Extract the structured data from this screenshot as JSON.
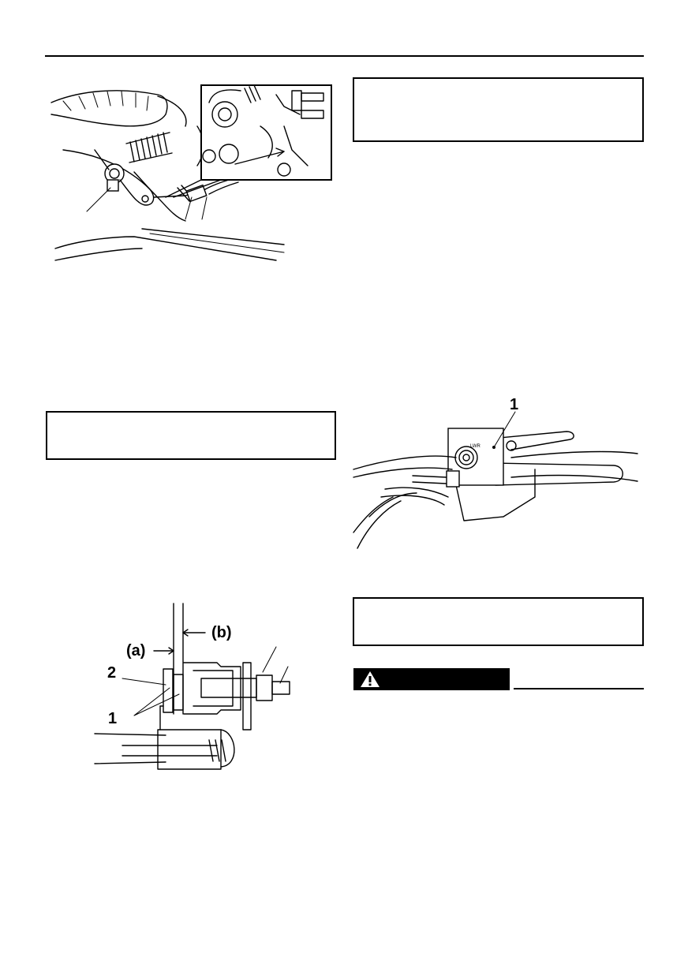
{
  "figures": {
    "shift_adjust": {
      "labels": {
        "a": "(a)",
        "b": "(b)",
        "one": "1",
        "two": "2"
      }
    },
    "lever_adjust": {
      "labels": {
        "one": "1"
      },
      "knob_text": "LWR"
    }
  },
  "warning": {
    "icon": "warning-triangle-icon",
    "bar_color": "#000000"
  }
}
